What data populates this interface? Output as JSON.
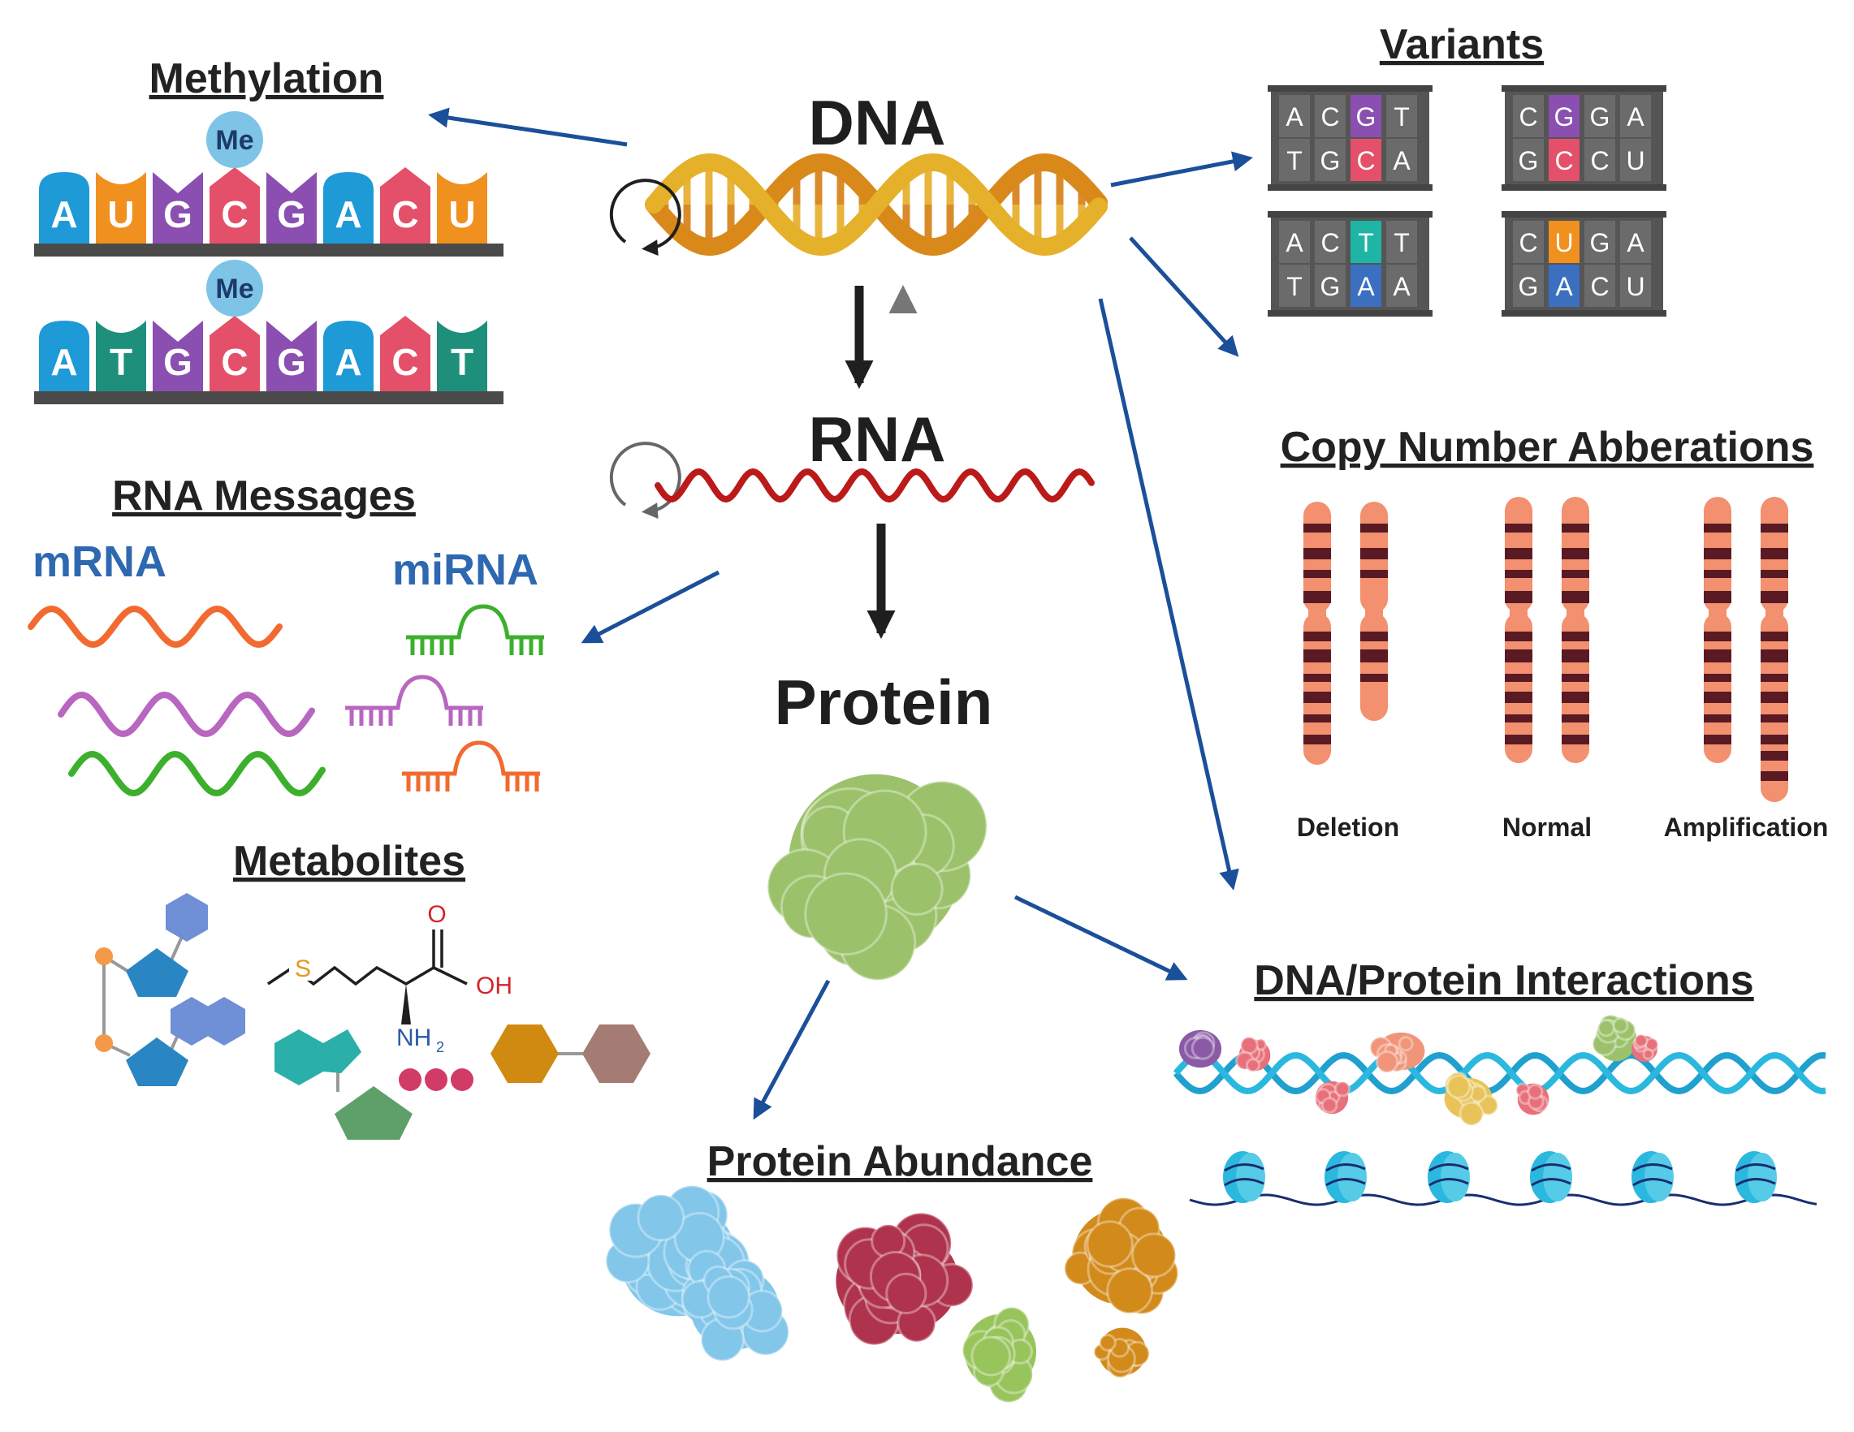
{
  "center": {
    "dna": "DNA",
    "rna": "RNA",
    "protein": "Protein"
  },
  "methylation": {
    "title": "Methylation",
    "mark": "Me",
    "rna_bases": [
      "A",
      "U",
      "G",
      "C",
      "G",
      "A",
      "C",
      "U"
    ],
    "dna_bases": [
      "A",
      "T",
      "G",
      "C",
      "G",
      "A",
      "C",
      "T"
    ],
    "base_colors": {
      "A": "#1e9ad6",
      "U": "#f0901e",
      "G": "#8a4fb0",
      "C": "#e4506a",
      "T": "#1e8f7a"
    }
  },
  "variants": {
    "title": "Variants",
    "panels": [
      {
        "top": [
          "A",
          "C",
          "G",
          "T"
        ],
        "bottom": [
          "T",
          "G",
          "C",
          "A"
        ],
        "hl": 2,
        "hl_top": "#8a4fb0",
        "hl_bottom": "#e4506a"
      },
      {
        "top": [
          "C",
          "G",
          "G",
          "A"
        ],
        "bottom": [
          "G",
          "C",
          "C",
          "U"
        ],
        "hl": 1,
        "hl_top": "#8a4fb0",
        "hl_bottom": "#e4506a"
      },
      {
        "top": [
          "A",
          "C",
          "T",
          "T"
        ],
        "bottom": [
          "T",
          "G",
          "A",
          "A"
        ],
        "hl": 2,
        "hl_top": "#1fb5a5",
        "hl_bottom": "#3b6fc0"
      },
      {
        "top": [
          "C",
          "U",
          "G",
          "A"
        ],
        "bottom": [
          "G",
          "A",
          "C",
          "U"
        ],
        "hl": 1,
        "hl_top": "#f0901e",
        "hl_bottom": "#3b6fc0"
      }
    ]
  },
  "cna": {
    "title": "Copy Number Abberations",
    "labels": [
      "Deletion",
      "Normal",
      "Amplification"
    ]
  },
  "rna_messages": {
    "title": "RNA Messages",
    "mrna_label": "mRNA",
    "mirna_label": "miRNA",
    "colors": [
      "#f26a30",
      "#b866c0",
      "#3cb02c"
    ]
  },
  "metabolites": {
    "title": "Metabolites",
    "atoms": {
      "s": "S",
      "o": "O",
      "oh": "OH",
      "nh": "NH",
      "sub2": "2"
    }
  },
  "protein_abundance": {
    "title": "Protein Abundance"
  },
  "interactions": {
    "title": "DNA/Protein Interactions"
  }
}
